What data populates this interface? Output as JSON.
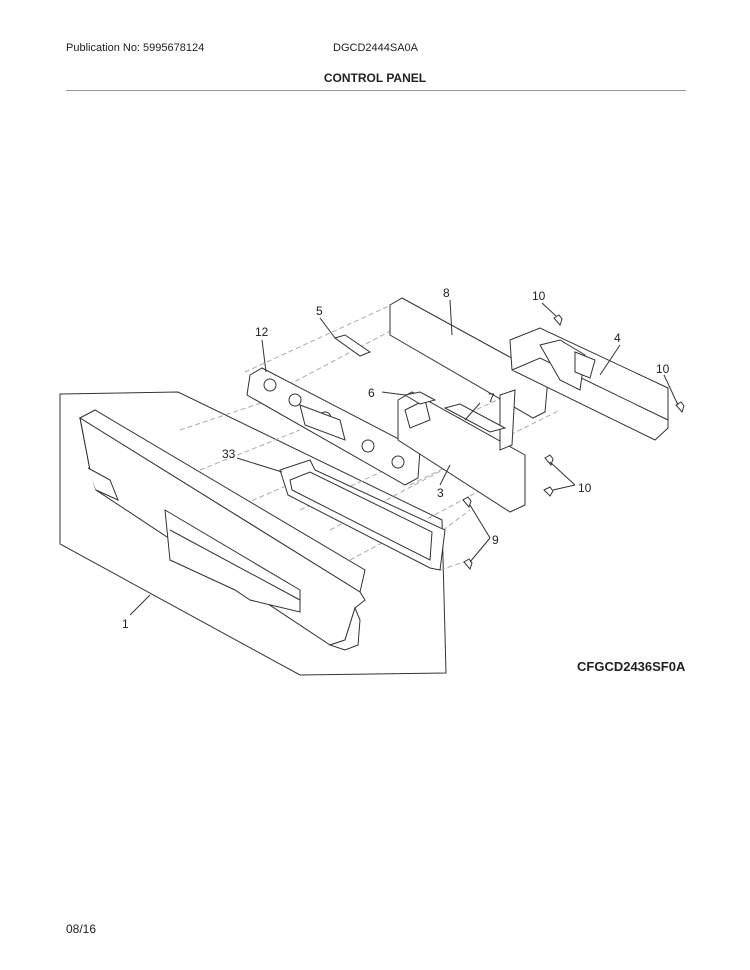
{
  "header": {
    "publication": "Publication No: 5995678124",
    "model": "DGCD2444SA0A",
    "section_title": "CONTROL PANEL"
  },
  "diagram": {
    "code": "CFGCD2436SF0A",
    "callouts": [
      "1",
      "3",
      "4",
      "5",
      "6",
      "7",
      "8",
      "9",
      "10",
      "10",
      "10",
      "12",
      "33"
    ]
  },
  "footer": {
    "date": "08/16"
  }
}
